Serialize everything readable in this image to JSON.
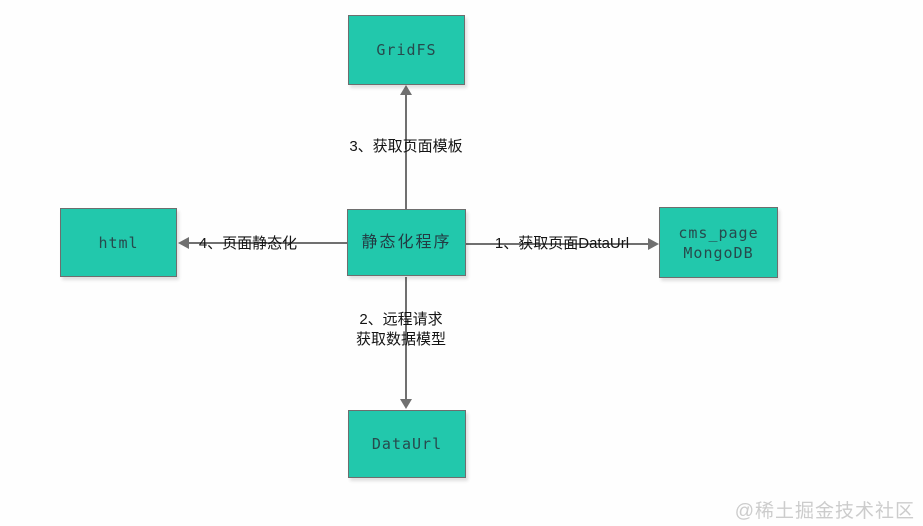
{
  "diagram": {
    "nodes": [
      {
        "id": "gridfs",
        "label": "GridFS"
      },
      {
        "id": "html",
        "label": "html"
      },
      {
        "id": "program",
        "label": "静态化程序"
      },
      {
        "id": "cms_page",
        "label_line1": "cms_page",
        "label_line2": "MongoDB"
      },
      {
        "id": "dataurl",
        "label": "DataUrl"
      }
    ],
    "edges": [
      {
        "id": "step1",
        "from": "program",
        "to": "cms_page",
        "direction": "right",
        "label": "1、获取页面DataUrl"
      },
      {
        "id": "step2",
        "from": "program",
        "to": "dataurl",
        "direction": "down",
        "label_line1": "2、远程请求",
        "label_line2": "获取数据模型"
      },
      {
        "id": "step3",
        "from": "program",
        "to": "gridfs",
        "direction": "up",
        "label": "3、获取页面模板"
      },
      {
        "id": "step4",
        "from": "program",
        "to": "html",
        "direction": "left",
        "label": "4、页面静态化"
      }
    ],
    "colors": {
      "node_fill": "#22c8ac",
      "node_border": "#6e6e6e",
      "line": "#707070",
      "node_text": "#274a4d",
      "label_text": "#141414",
      "watermark": "#cccccc"
    },
    "watermark": "@稀土掘金技术社区"
  }
}
